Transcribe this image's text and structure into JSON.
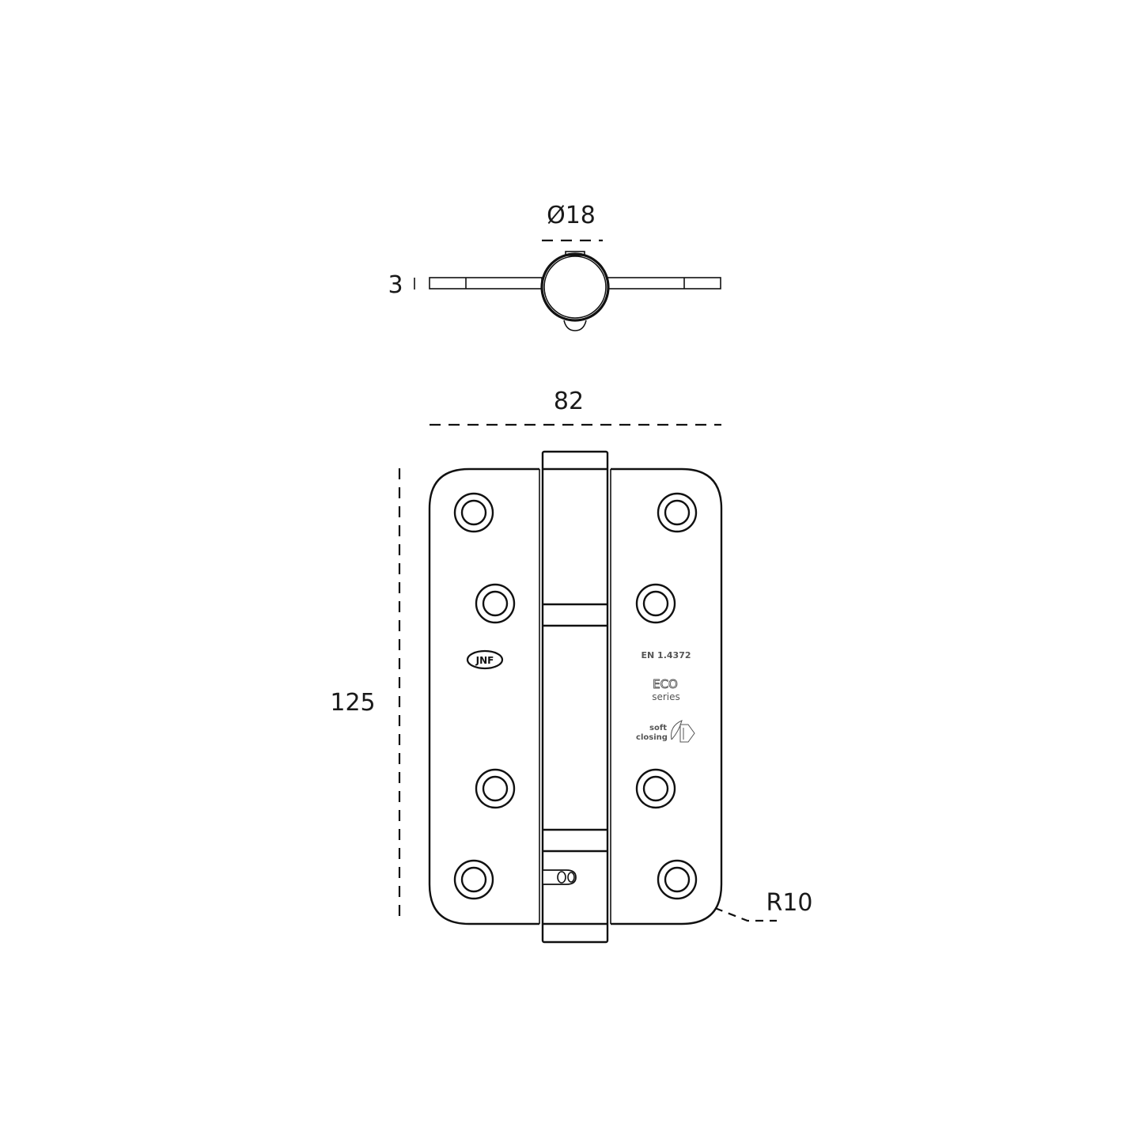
{
  "drawing": {
    "subject": "Soft closing door hinge technical drawing",
    "colors": {
      "line": "#111111",
      "background": "#ffffff",
      "marking": "#555555"
    },
    "top_view": {
      "knuckle_diameter_label": "Ø18",
      "leaf_thickness_label": "3"
    },
    "front_view": {
      "width_label": "82",
      "height_label": "125",
      "corner_radius_label": "R10",
      "screw_holes_per_leaf": 4,
      "markings": {
        "brand_logo": "JNF",
        "material": "EN 1.4372",
        "series_line1": "ECO",
        "series_line2": "series",
        "feature_line1": "soft",
        "feature_line2": "closing"
      }
    }
  }
}
